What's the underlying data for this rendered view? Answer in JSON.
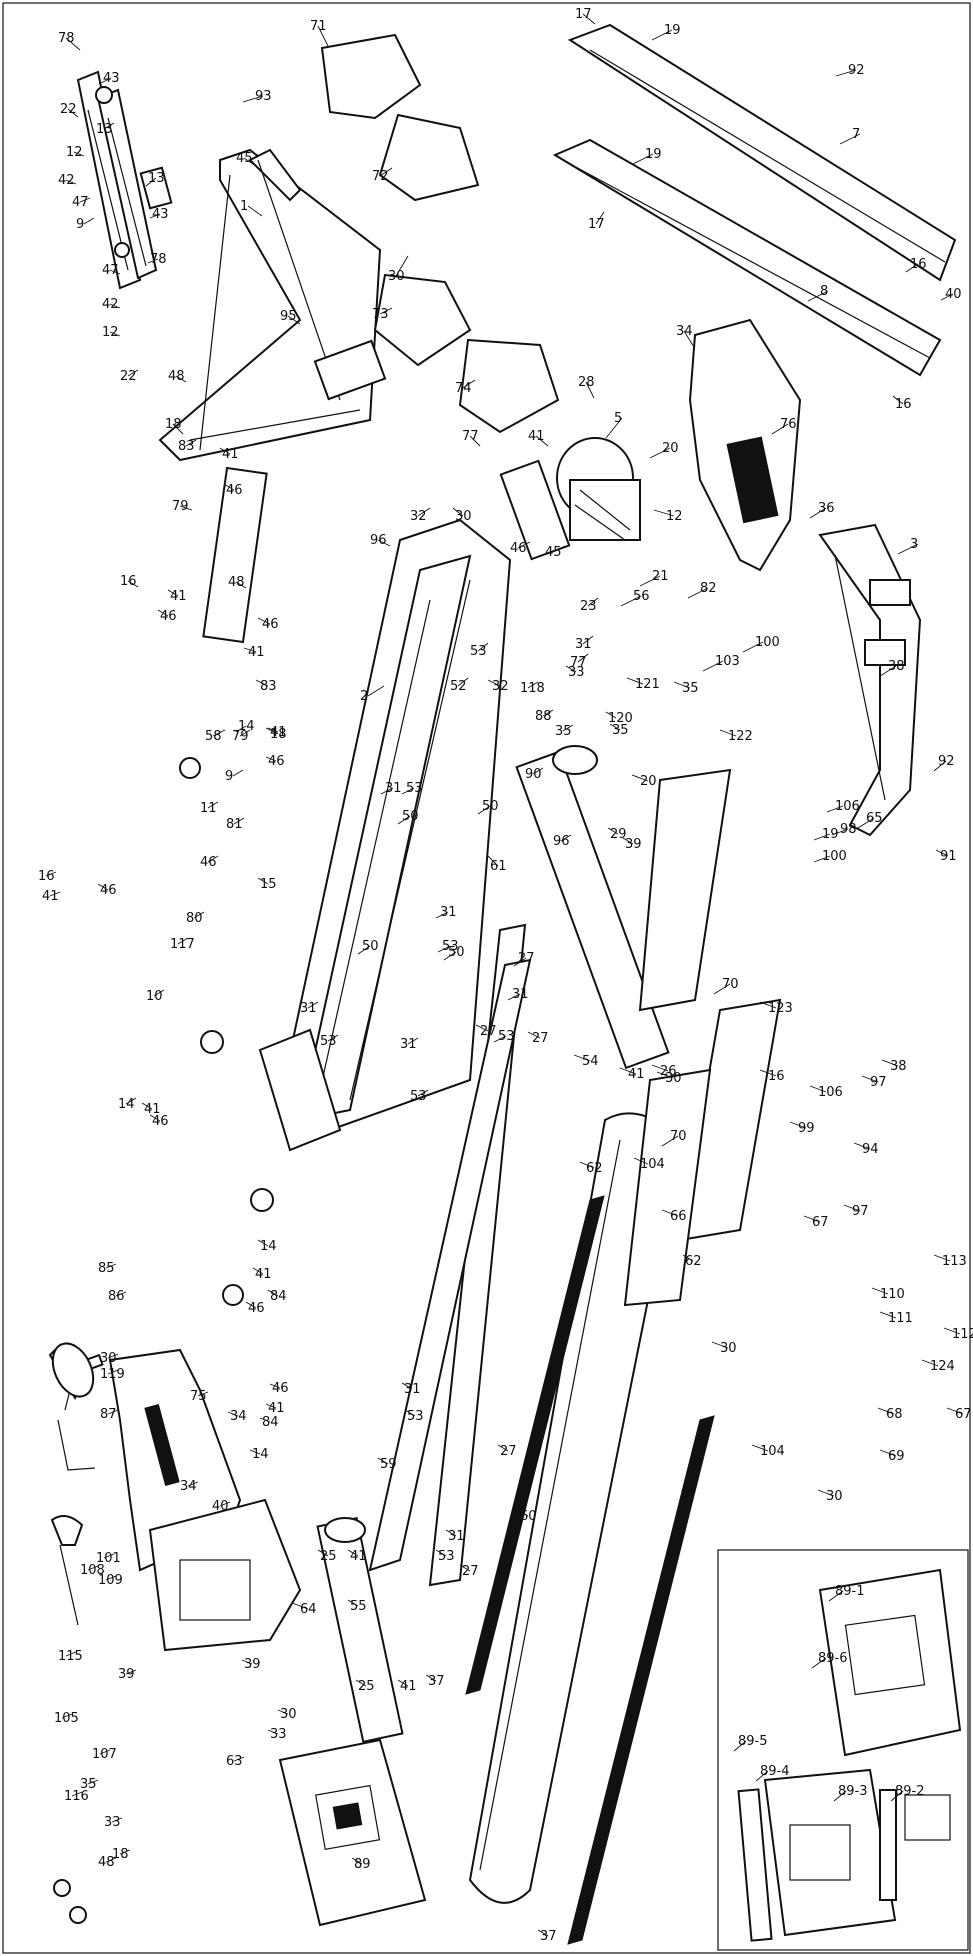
{
  "diagram": {
    "type": "exploded-parts-view",
    "callouts": [
      {
        "id": "c1",
        "text": "78"
      },
      {
        "id": "c2",
        "text": "43"
      },
      {
        "id": "c3",
        "text": "13"
      },
      {
        "id": "c4",
        "text": "22"
      },
      {
        "id": "c5",
        "text": "12"
      },
      {
        "id": "c6",
        "text": "42"
      },
      {
        "id": "c7",
        "text": "47"
      },
      {
        "id": "c8",
        "text": "9"
      },
      {
        "id": "c9",
        "text": "13"
      },
      {
        "id": "c10",
        "text": "43"
      },
      {
        "id": "c11",
        "text": "78"
      },
      {
        "id": "c12",
        "text": "47"
      },
      {
        "id": "c13",
        "text": "42"
      },
      {
        "id": "c14",
        "text": "12"
      },
      {
        "id": "c15",
        "text": "22"
      },
      {
        "id": "c16",
        "text": "48"
      },
      {
        "id": "c17",
        "text": "18"
      },
      {
        "id": "c18",
        "text": "83"
      },
      {
        "id": "c19",
        "text": "41"
      },
      {
        "id": "c20",
        "text": "46"
      },
      {
        "id": "c21",
        "text": "79"
      },
      {
        "id": "c22",
        "text": "1"
      },
      {
        "id": "c23",
        "text": "93"
      },
      {
        "id": "c24",
        "text": "71"
      },
      {
        "id": "c25",
        "text": "72"
      },
      {
        "id": "c26",
        "text": "30"
      },
      {
        "id": "c27",
        "text": "73"
      },
      {
        "id": "c28",
        "text": "74"
      },
      {
        "id": "c29",
        "text": "45"
      },
      {
        "id": "c30",
        "text": "95"
      },
      {
        "id": "c31",
        "text": "17"
      },
      {
        "id": "c32",
        "text": "19"
      },
      {
        "id": "c33",
        "text": "7"
      },
      {
        "id": "c34",
        "text": "92"
      },
      {
        "id": "c35",
        "text": "19"
      },
      {
        "id": "c36",
        "text": "17"
      },
      {
        "id": "c37",
        "text": "8"
      },
      {
        "id": "c38",
        "text": "16"
      },
      {
        "id": "c39",
        "text": "40"
      },
      {
        "id": "c40",
        "text": "16"
      },
      {
        "id": "c41",
        "text": "28"
      },
      {
        "id": "c42",
        "text": "5"
      },
      {
        "id": "c43",
        "text": "20"
      },
      {
        "id": "c44",
        "text": "12"
      },
      {
        "id": "c45",
        "text": "41"
      },
      {
        "id": "c46",
        "text": "46"
      },
      {
        "id": "c47",
        "text": "45"
      },
      {
        "id": "c48",
        "text": "34"
      },
      {
        "id": "c49",
        "text": "76"
      },
      {
        "id": "c50",
        "text": "77"
      },
      {
        "id": "c51",
        "text": "32"
      },
      {
        "id": "c52",
        "text": "30"
      },
      {
        "id": "c53",
        "text": "96"
      },
      {
        "id": "c54",
        "text": "2"
      },
      {
        "id": "c55",
        "text": "53"
      },
      {
        "id": "c56",
        "text": "52"
      },
      {
        "id": "c57",
        "text": "32"
      },
      {
        "id": "c58",
        "text": "21"
      },
      {
        "id": "c59",
        "text": "56"
      },
      {
        "id": "c60",
        "text": "23"
      },
      {
        "id": "c61",
        "text": "31"
      },
      {
        "id": "c62",
        "text": "77"
      },
      {
        "id": "c63",
        "text": "82"
      },
      {
        "id": "c64",
        "text": "103"
      },
      {
        "id": "c65",
        "text": "100"
      },
      {
        "id": "c66",
        "text": "3"
      },
      {
        "id": "c67",
        "text": "36"
      },
      {
        "id": "c68",
        "text": "38"
      },
      {
        "id": "c69",
        "text": "16"
      },
      {
        "id": "c70",
        "text": "46"
      },
      {
        "id": "c71",
        "text": "41"
      },
      {
        "id": "c72",
        "text": "58"
      },
      {
        "id": "c73",
        "text": "16"
      },
      {
        "id": "c74",
        "text": "41"
      },
      {
        "id": "c75",
        "text": "46"
      },
      {
        "id": "c76",
        "text": "48"
      },
      {
        "id": "c77",
        "text": "41"
      },
      {
        "id": "c78",
        "text": "46"
      },
      {
        "id": "c79",
        "text": "83"
      },
      {
        "id": "c80",
        "text": "18"
      },
      {
        "id": "c81",
        "text": "79"
      },
      {
        "id": "c82",
        "text": "118"
      },
      {
        "id": "c83",
        "text": "33"
      },
      {
        "id": "c84",
        "text": "121"
      },
      {
        "id": "c85",
        "text": "35"
      },
      {
        "id": "c86",
        "text": "120"
      },
      {
        "id": "c87",
        "text": "88"
      },
      {
        "id": "c88",
        "text": "35"
      },
      {
        "id": "c89",
        "text": "122"
      },
      {
        "id": "c90",
        "text": "90"
      },
      {
        "id": "c91",
        "text": "35"
      },
      {
        "id": "c92",
        "text": "29"
      },
      {
        "id": "c93",
        "text": "39"
      },
      {
        "id": "c94",
        "text": "96"
      },
      {
        "id": "c95",
        "text": "20"
      },
      {
        "id": "c96",
        "text": "92"
      },
      {
        "id": "c97",
        "text": "91"
      },
      {
        "id": "c98",
        "text": "65"
      },
      {
        "id": "c99",
        "text": "106"
      },
      {
        "id": "c100",
        "text": "98"
      },
      {
        "id": "c101",
        "text": "19"
      },
      {
        "id": "c102",
        "text": "100"
      },
      {
        "id": "c103",
        "text": "14"
      },
      {
        "id": "c104",
        "text": "41"
      },
      {
        "id": "c105",
        "text": "46"
      },
      {
        "id": "c106",
        "text": "11"
      },
      {
        "id": "c107",
        "text": "9"
      },
      {
        "id": "c108",
        "text": "81"
      },
      {
        "id": "c109",
        "text": "46"
      },
      {
        "id": "c110",
        "text": "15"
      },
      {
        "id": "c111",
        "text": "80"
      },
      {
        "id": "c112",
        "text": "117"
      },
      {
        "id": "c113",
        "text": "10"
      },
      {
        "id": "c114",
        "text": "14"
      },
      {
        "id": "c115",
        "text": "41"
      },
      {
        "id": "c116",
        "text": "46"
      },
      {
        "id": "c117",
        "text": "61"
      },
      {
        "id": "c118",
        "text": "50"
      },
      {
        "id": "c119",
        "text": "50"
      },
      {
        "id": "c120",
        "text": "31"
      },
      {
        "id": "c121",
        "text": "53"
      },
      {
        "id": "c122",
        "text": "50"
      },
      {
        "id": "c123",
        "text": "50"
      },
      {
        "id": "c124",
        "text": "31"
      },
      {
        "id": "c125",
        "text": "53"
      },
      {
        "id": "c126",
        "text": "27"
      },
      {
        "id": "c127",
        "text": "31"
      },
      {
        "id": "c128",
        "text": "53"
      },
      {
        "id": "c129",
        "text": "54"
      },
      {
        "id": "c130",
        "text": "41"
      },
      {
        "id": "c131",
        "text": "26"
      },
      {
        "id": "c132",
        "text": "70"
      },
      {
        "id": "c133",
        "text": "123"
      },
      {
        "id": "c134",
        "text": "16"
      },
      {
        "id": "c135",
        "text": "97"
      },
      {
        "id": "c136",
        "text": "38"
      },
      {
        "id": "c137",
        "text": "106"
      },
      {
        "id": "c138",
        "text": "99"
      },
      {
        "id": "c139",
        "text": "94"
      },
      {
        "id": "c140",
        "text": "31"
      },
      {
        "id": "c141",
        "text": "53"
      },
      {
        "id": "c142",
        "text": "27"
      },
      {
        "id": "c143",
        "text": "27"
      },
      {
        "id": "c144",
        "text": "31"
      },
      {
        "id": "c145",
        "text": "53"
      },
      {
        "id": "c146",
        "text": "62"
      },
      {
        "id": "c147",
        "text": "104"
      },
      {
        "id": "c148",
        "text": "70"
      },
      {
        "id": "c149",
        "text": "30"
      },
      {
        "id": "c150",
        "text": "66"
      },
      {
        "id": "c151",
        "text": "67"
      },
      {
        "id": "c152",
        "text": "97"
      },
      {
        "id": "c153",
        "text": "113"
      },
      {
        "id": "c154",
        "text": "110"
      },
      {
        "id": "c155",
        "text": "111"
      },
      {
        "id": "c156",
        "text": "112"
      },
      {
        "id": "c157",
        "text": "124"
      },
      {
        "id": "c158",
        "text": "68"
      },
      {
        "id": "c159",
        "text": "67"
      },
      {
        "id": "c160",
        "text": "69"
      },
      {
        "id": "c161",
        "text": "30"
      },
      {
        "id": "c162",
        "text": "104"
      },
      {
        "id": "c163",
        "text": "30"
      },
      {
        "id": "c164",
        "text": "14"
      },
      {
        "id": "c165",
        "text": "41"
      },
      {
        "id": "c166",
        "text": "84"
      },
      {
        "id": "c167",
        "text": "46"
      },
      {
        "id": "c168",
        "text": "85"
      },
      {
        "id": "c169",
        "text": "86"
      },
      {
        "id": "c170",
        "text": "30"
      },
      {
        "id": "c171",
        "text": "75"
      },
      {
        "id": "c172",
        "text": "34"
      },
      {
        "id": "c173",
        "text": "119"
      },
      {
        "id": "c174",
        "text": "87"
      },
      {
        "id": "c175",
        "text": "34"
      },
      {
        "id": "c176",
        "text": "46"
      },
      {
        "id": "c177",
        "text": "41"
      },
      {
        "id": "c178",
        "text": "84"
      },
      {
        "id": "c179",
        "text": "14"
      },
      {
        "id": "c180",
        "text": "40"
      },
      {
        "id": "c181",
        "text": "64"
      },
      {
        "id": "c182",
        "text": "108"
      },
      {
        "id": "c183",
        "text": "101"
      },
      {
        "id": "c184",
        "text": "109"
      },
      {
        "id": "c185",
        "text": "115"
      },
      {
        "id": "c186",
        "text": "105"
      },
      {
        "id": "c187",
        "text": "107"
      },
      {
        "id": "c188",
        "text": "116"
      },
      {
        "id": "c189",
        "text": "35"
      },
      {
        "id": "c190",
        "text": "33"
      },
      {
        "id": "c191",
        "text": "48"
      },
      {
        "id": "c192",
        "text": "18"
      },
      {
        "id": "c193",
        "text": "39"
      },
      {
        "id": "c194",
        "text": "39"
      },
      {
        "id": "c195",
        "text": "30"
      },
      {
        "id": "c196",
        "text": "33"
      },
      {
        "id": "c197",
        "text": "63"
      },
      {
        "id": "c198",
        "text": "89"
      },
      {
        "id": "c199",
        "text": "25"
      },
      {
        "id": "c200",
        "text": "41"
      },
      {
        "id": "c201",
        "text": "55"
      },
      {
        "id": "c202",
        "text": "37"
      },
      {
        "id": "c203",
        "text": "25"
      },
      {
        "id": "c204",
        "text": "41"
      },
      {
        "id": "c205",
        "text": "59"
      },
      {
        "id": "c206",
        "text": "31"
      },
      {
        "id": "c207",
        "text": "53"
      },
      {
        "id": "c208",
        "text": "27"
      },
      {
        "id": "c209",
        "text": "31"
      },
      {
        "id": "c210",
        "text": "53"
      },
      {
        "id": "c211",
        "text": "27"
      },
      {
        "id": "c212",
        "text": "60"
      },
      {
        "id": "c213",
        "text": "62"
      },
      {
        "id": "c214",
        "text": "37"
      },
      {
        "id": "c215",
        "text": "89-1"
      },
      {
        "id": "c216",
        "text": "89-6"
      },
      {
        "id": "c217",
        "text": "89-5"
      },
      {
        "id": "c218",
        "text": "89-4"
      },
      {
        "id": "c219",
        "text": "89-3"
      },
      {
        "id": "c220",
        "text": "89-2"
      }
    ]
  }
}
